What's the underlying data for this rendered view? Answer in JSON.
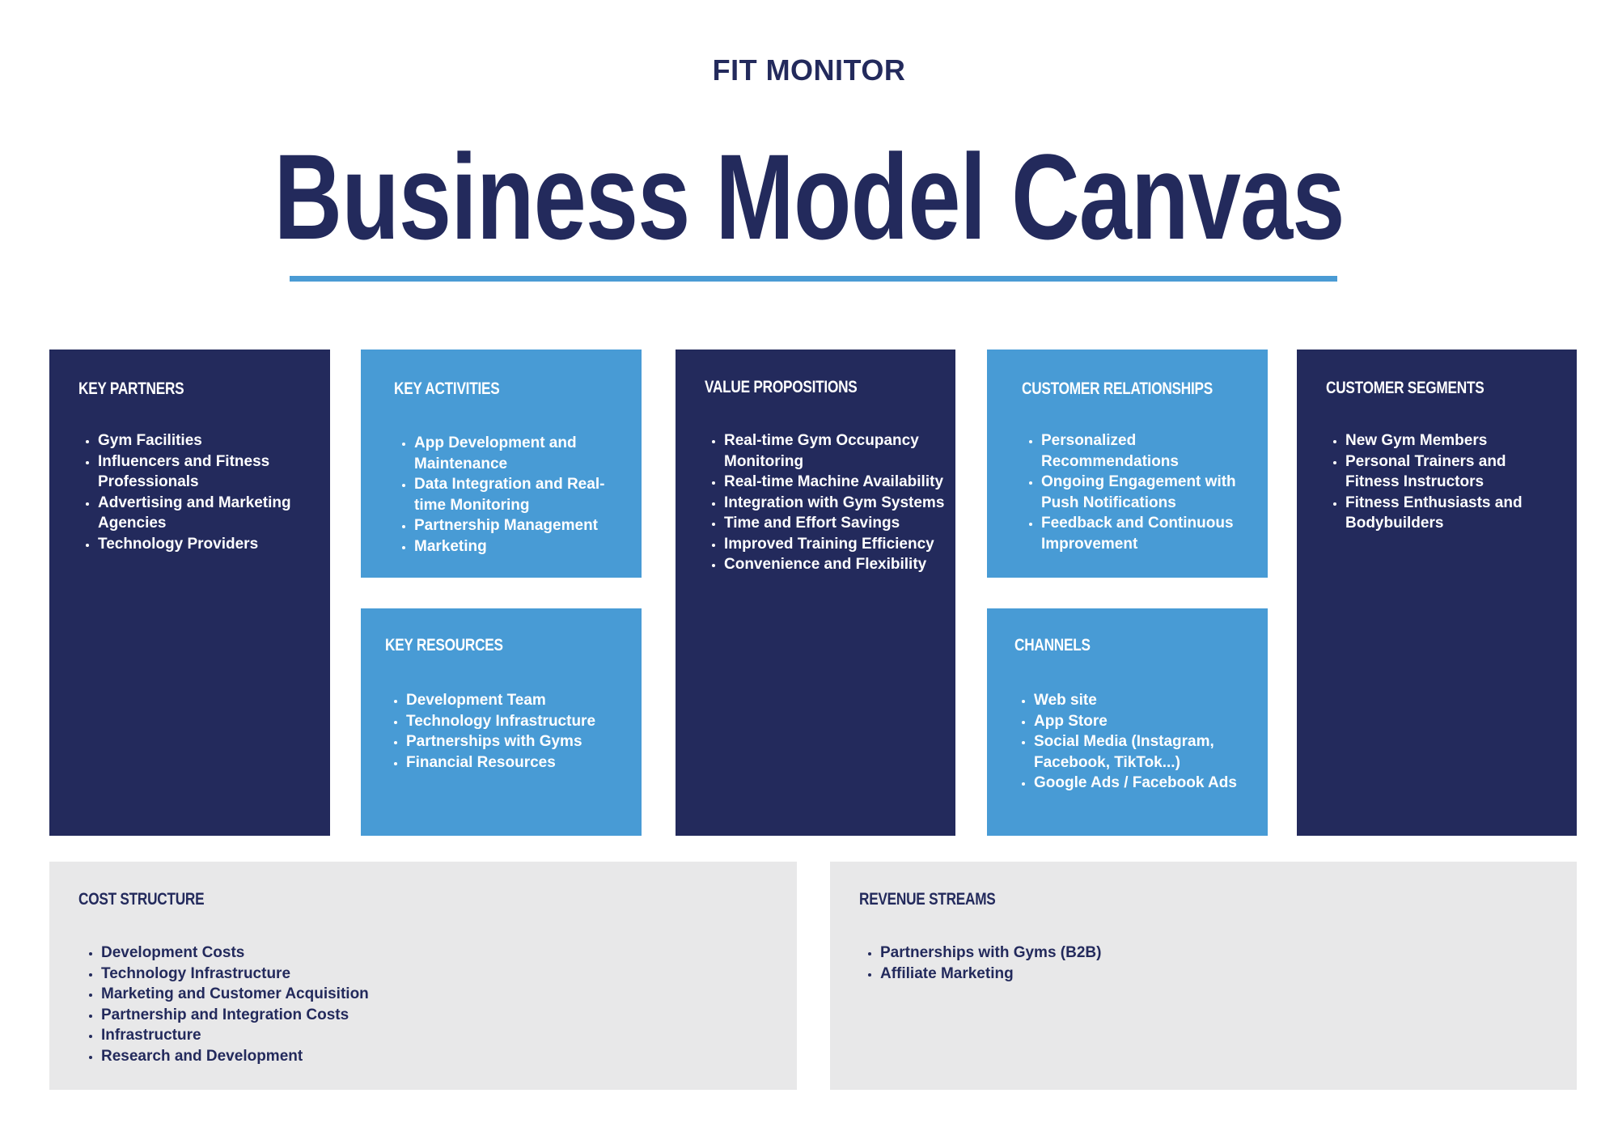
{
  "header": {
    "company": "FIT MONITOR",
    "title": "Business Model Canvas"
  },
  "colors": {
    "navy": "#232a5c",
    "light_blue": "#489bd5",
    "gray": "#e8e8e9",
    "rule": "#4a9bd4"
  },
  "canvas": {
    "key_partners": {
      "heading": "KEY PARTNERS",
      "items": [
        "Gym Facilities",
        "Influencers and Fitness Professionals",
        "Advertising and Marketing Agencies",
        "Technology Providers"
      ]
    },
    "key_activities": {
      "heading": "KEY ACTIVITIES",
      "items": [
        "App Development and Maintenance",
        "Data Integration and Real-time Monitoring",
        "Partnership Management",
        "Marketing"
      ]
    },
    "key_resources": {
      "heading": "KEY RESOURCES",
      "items": [
        "Development Team",
        "Technology Infrastructure",
        "Partnerships with Gyms",
        "Financial Resources"
      ]
    },
    "value_propositions": {
      "heading": "VALUE PROPOSITIONS",
      "items": [
        "Real-time Gym Occupancy Monitoring",
        "Real-time Machine Availability",
        "Integration with Gym Systems",
        "Time and Effort Savings",
        "Improved Training Efficiency",
        "Convenience and Flexibility"
      ]
    },
    "customer_relationships": {
      "heading": "CUSTOMER RELATIONSHIPS",
      "items": [
        "Personalized Recommendations",
        "Ongoing Engagement with Push Notifications",
        "Feedback and Continuous Improvement"
      ]
    },
    "channels": {
      "heading": "CHANNELS",
      "items": [
        "Web site",
        "App Store",
        "Social Media (Instagram, Facebook, TikTok...)",
        "Google Ads / Facebook Ads"
      ]
    },
    "customer_segments": {
      "heading": "CUSTOMER SEGMENTS",
      "items": [
        "New Gym Members",
        "Personal Trainers and Fitness Instructors",
        "Fitness Enthusiasts and Bodybuilders"
      ]
    },
    "cost_structure": {
      "heading": "COST STRUCTURE",
      "items": [
        "Development Costs",
        "Technology Infrastructure",
        "Marketing and Customer Acquisition",
        "Partnership and Integration Costs",
        "Infrastructure",
        "Research and Development"
      ]
    },
    "revenue_streams": {
      "heading": "REVENUE STREAMS",
      "items": [
        "Partnerships with Gyms (B2B)",
        "Affiliate Marketing"
      ]
    }
  }
}
